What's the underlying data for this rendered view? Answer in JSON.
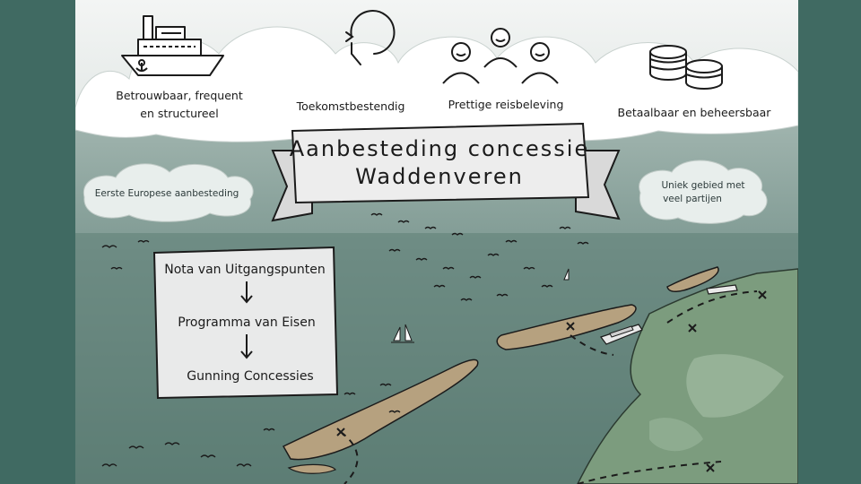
{
  "banner": {
    "line1": "Aanbesteding concessie",
    "line2": "Waddenveren"
  },
  "clouds": {
    "left_note": "Eerste Europese aanbesteding",
    "right_note_line1": "Uniek gebied met",
    "right_note_line2": "veel partijen"
  },
  "values": [
    {
      "icon": "ferry-icon",
      "label_line1": "Betrouwbaar, frequent",
      "label_line2": "en structureel"
    },
    {
      "icon": "clock-icon",
      "label_line1": "Toekomstbestendig",
      "label_line2": ""
    },
    {
      "icon": "people-icon",
      "label_line1": "Prettige reisbeleving",
      "label_line2": ""
    },
    {
      "icon": "coins-icon",
      "label_line1": "Betaalbaar en beheersbaar",
      "label_line2": ""
    }
  ],
  "process": {
    "steps": [
      "Nota van Uitgangspunten",
      "Programma van Eisen",
      "Gunning Concessies"
    ]
  },
  "colors": {
    "sky": "#e6ebe9",
    "sea": "#6e8e86",
    "sea_dark": "#4f7068",
    "mainland_green": "#7fa080",
    "island_sand": "#b7a384",
    "border": "#406a62"
  }
}
